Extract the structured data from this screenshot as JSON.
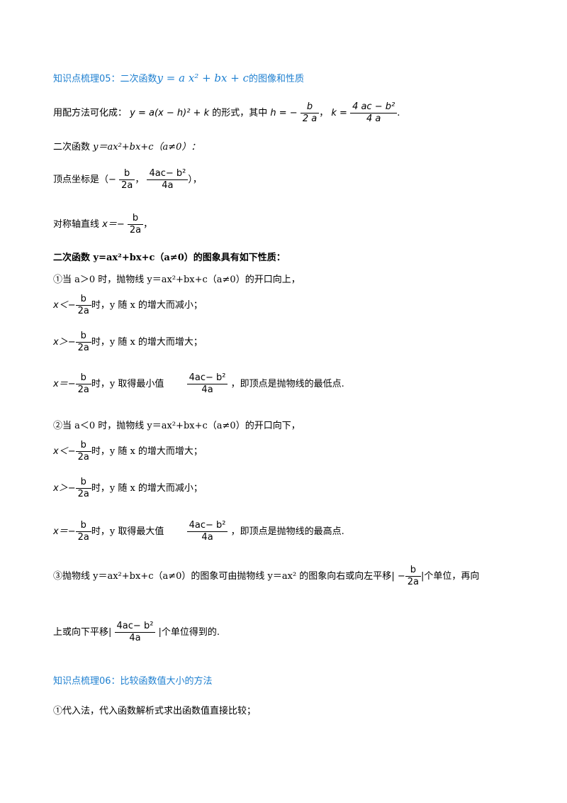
{
  "heading05": {
    "prefix": "知识点梳理05：二次函数",
    "suffix": "的图像和性质",
    "formula": "y = a x² + bx + c"
  },
  "completing_square": {
    "text_prefix": "用配方法可化成：",
    "vertex_form": "y = a(x − h)² + k",
    "text_mid": "的形式，其中",
    "h_eq": "h = −",
    "h_num": "b",
    "h_den": "2 a",
    "k_eq": "k =",
    "k_num": "4 ac − b²",
    "k_den": "4 a"
  },
  "general": {
    "label": "二次函数",
    "formula": "y＝ax²+bx+c（a≠0）："
  },
  "vertex": {
    "label": "顶点坐标是（",
    "minus": "−",
    "b": "b",
    "two_a": "2a",
    "comma": "，",
    "num": "4ac− b²",
    "den": "4a",
    "close": "），"
  },
  "axis": {
    "label": "对称轴直线",
    "eq": "x＝−",
    "b": "b",
    "two_a": "2a",
    "end": "，"
  },
  "properties_title": "二次函数 y=ax²+bx+c（a≠0）的图象具有如下性质：",
  "case1": {
    "intro": "①当 a＞0 时，抛物线 y＝ax²+bx+c（a≠0）的开口向上，",
    "less": "x＜−",
    "less_text": "时，y 随 x 的增大而减小；",
    "greater": "x＞−",
    "greater_text": "时，y 随 x 的增大而增大；",
    "equal": "x＝−",
    "equal_text": "时，y 取得最小值",
    "extremum_text": "，即顶点是抛物线的最低点."
  },
  "case2": {
    "intro": "②当 a＜0 时，抛物线 y＝ax²+bx+c（a≠0）的开口向下，",
    "less": "x＜−",
    "less_text": "时，y 随 x 的增大而增大；",
    "greater": "x＞−",
    "greater_text": "时，y 随 x 的增大而减小；",
    "equal": "x＝−",
    "equal_text": "时，y 取得最大值",
    "extremum_text": "，即顶点是抛物线的最高点."
  },
  "fraction": {
    "b": "b",
    "two_a": "2a",
    "num": "4ac− b²",
    "den": "4a"
  },
  "case3": {
    "text1": "③抛物线 y＝ax²+bx+c（a≠0）的图象可由抛物线 y＝ax² 的图象向右或向左平移",
    "bar_open": "| −",
    "bar_close": "|",
    "text2": "个单位，再向",
    "text3": "上或向下平移|",
    "text4": "|个单位得到的."
  },
  "heading06": "知识点梳理06：比较函数值大小的方法",
  "method1": "①代入法，代入函数解析式求出函数值直接比较；"
}
